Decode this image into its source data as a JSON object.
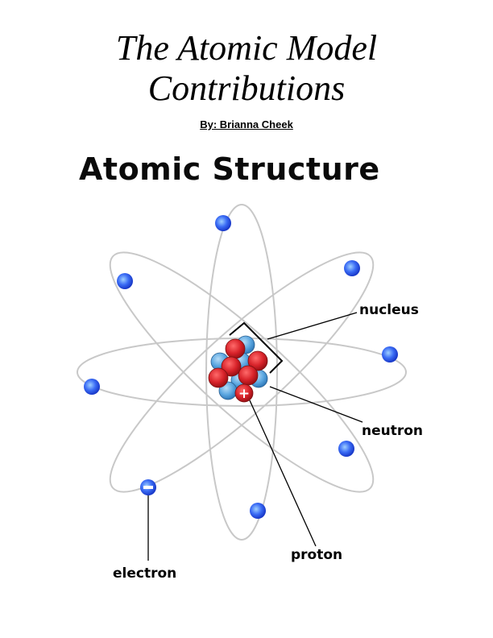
{
  "document": {
    "title_line1": "The Atomic Model",
    "title_line2": "Contributions",
    "byline": "By: Brianna Cheek"
  },
  "figure": {
    "heading": "Atomic Structure",
    "labels": {
      "nucleus": "nucleus",
      "neutron": "neutron",
      "proton": "proton",
      "electron": "electron"
    },
    "symbols": {
      "proton_sign": "+",
      "electron_sign": "−"
    },
    "colors": {
      "electron": "#2b5cf0",
      "proton": "#d8232a",
      "neutron": "#5aa6e0",
      "orbit": "#c8c8c8"
    }
  }
}
